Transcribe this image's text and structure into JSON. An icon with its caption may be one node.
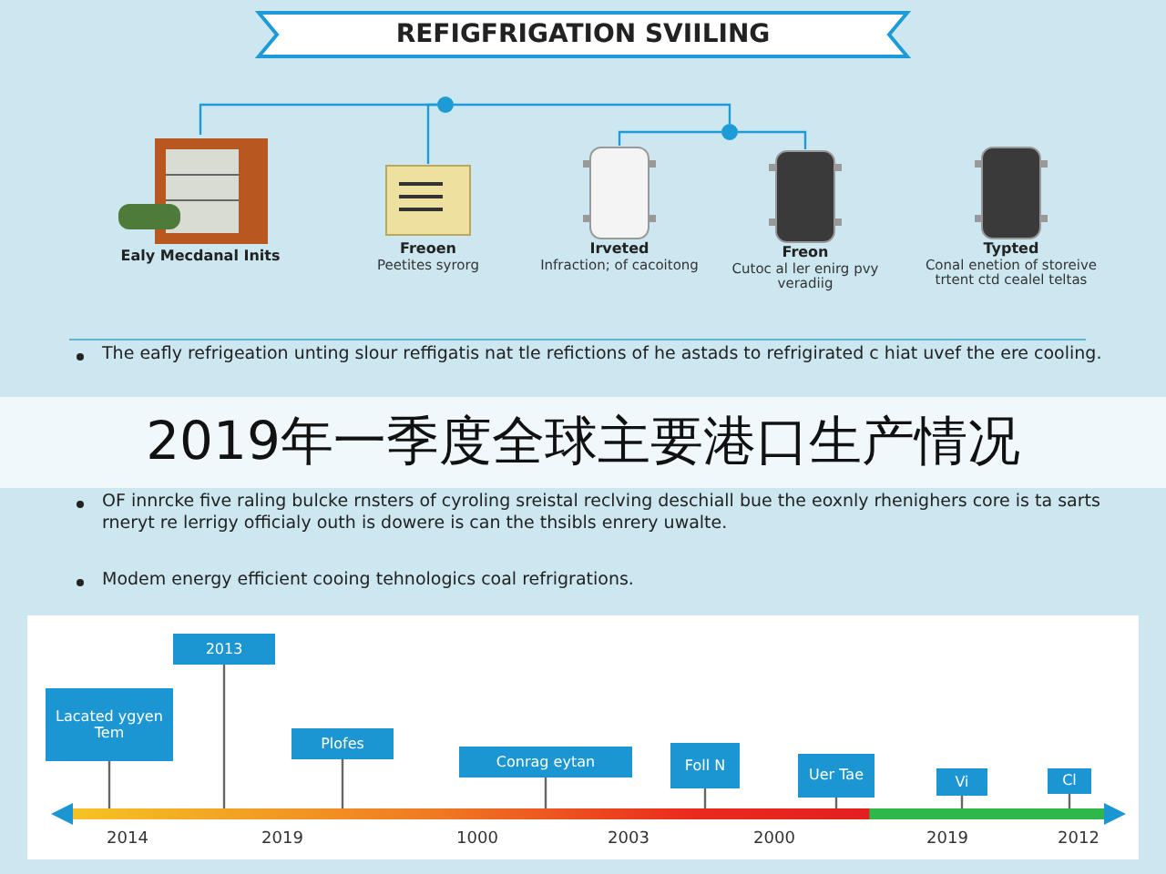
{
  "diagram": {
    "title": "REFIGFRIGATION SVIILING",
    "nodes": [
      {
        "text": [],
        "shape": "circle"
      },
      {
        "text": [],
        "shape": "circle"
      },
      {
        "text": [
          "Ealy Mecdanal Inits"
        ]
      },
      {
        "text": [
          "Freoen",
          "Peetites syrorg"
        ]
      },
      {
        "text": [
          "Irveted",
          "Infraction; of cacoitong"
        ]
      },
      {
        "text": [
          "Freon",
          "Cutoc al ler enirg pvy veradiig"
        ]
      },
      {
        "text": [
          "Typted",
          "Conal enetion of storeive trtent ctd cealel teltas"
        ]
      },
      {
        "text": [
          "Lacated ygyen Tem"
        ]
      },
      {
        "text": [
          "2013"
        ]
      },
      {
        "text": [
          "Plofes"
        ]
      },
      {
        "text": [
          "Conrag eytan"
        ]
      },
      {
        "text": [
          "Foll N"
        ]
      },
      {
        "text": [
          "Uer Tae"
        ]
      },
      {
        "text": [
          "Vi"
        ]
      },
      {
        "text": [
          "Cl"
        ]
      },
      {
        "text": [],
        "shape": "bar"
      }
    ],
    "edges": [
      {
        "from": 0,
        "to": 2,
        "arrow": "none",
        "color": "#1e9bd7"
      },
      {
        "from": 0,
        "to": 3,
        "arrow": "none",
        "color": "#1e9bd7"
      },
      {
        "from": 0,
        "to": 1,
        "arrow": "none",
        "color": "#1e9bd7"
      },
      {
        "from": 1,
        "to": 4,
        "arrow": "none",
        "color": "#1e9bd7"
      },
      {
        "from": 1,
        "to": 5,
        "arrow": "none",
        "color": "#1e9bd7"
      },
      {
        "from": 7,
        "to": 15,
        "arrow": "none"
      },
      {
        "from": 8,
        "to": 15,
        "arrow": "none"
      },
      {
        "from": 9,
        "to": 15,
        "arrow": "none"
      },
      {
        "from": 10,
        "to": 15,
        "arrow": "none"
      },
      {
        "from": 11,
        "to": 15,
        "arrow": "none"
      },
      {
        "from": 12,
        "to": 15,
        "arrow": "none"
      },
      {
        "from": 13,
        "to": 15,
        "arrow": "none"
      },
      {
        "from": 14,
        "to": 15,
        "arrow": "none"
      }
    ],
    "labels": [
      "The eafly refrigeation unting slour reffigatis nat tle refictions of he astads to refrigirated c hiat uvef the ere cooling.",
      "2019年一季度全球主要港口生产情况",
      "OF innrcke five raling bulcke rnsters of cyroling sreistal reclving deschiall bue the eoxnly rhenighers core is ta sarts rneryt re lerrigy officialy outh is dowere is can the thsibls enrery uwalte.",
      "Modem energy efficient cooing tehnologics coal refrigrations.",
      "2014",
      "2019",
      "1000",
      "2003",
      "2000",
      "2019",
      "2012"
    ]
  }
}
